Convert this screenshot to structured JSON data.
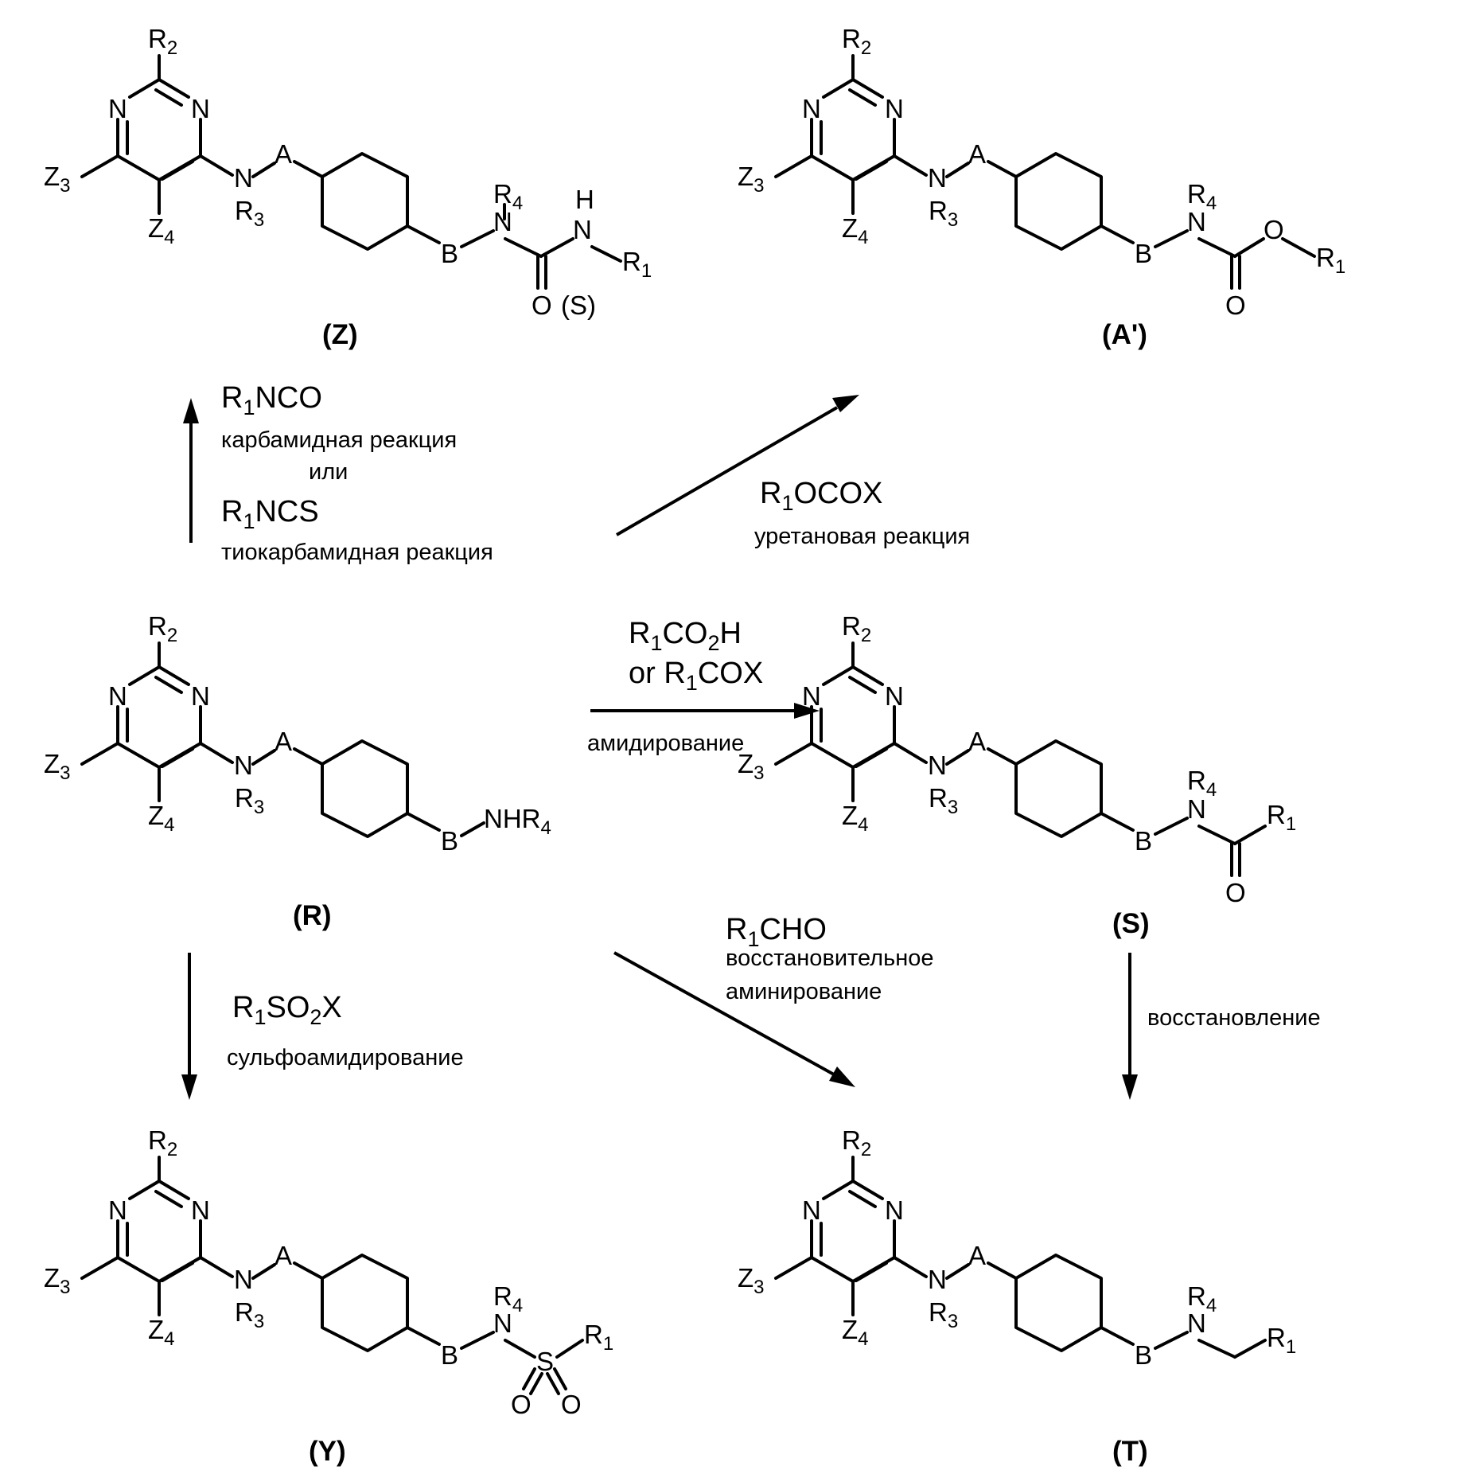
{
  "atoms": {
    "R": "R",
    "Z": "Z",
    "N": "N",
    "A": "A",
    "B": "B",
    "O": "O",
    "H": "H",
    "S": "S",
    "n1": "1",
    "n2": "2",
    "n3": "3",
    "n4": "4"
  },
  "compounds": {
    "Z": {
      "id": "(Z)",
      "note": "(S)"
    },
    "Ap": {
      "id": "(A')"
    },
    "R": {
      "id": "(R)",
      "amine": "NHR",
      "amine_sub": "4"
    },
    "S": {
      "id": "(S)"
    },
    "Y": {
      "id": "(Y)"
    },
    "T": {
      "id": "(T)"
    }
  },
  "reactions": {
    "urea": {
      "reagent1_a": "R",
      "reagent1_sub": "1",
      "reagent1_b": "NCO",
      "caption1": "карбамидная реакция",
      "or": "или",
      "reagent2_a": "R",
      "reagent2_sub": "1",
      "reagent2_b": "NCS",
      "caption2": "тиокарбамидная реакция"
    },
    "urethane": {
      "reagent_a": "R",
      "reagent_sub": "1",
      "reagent_b": "OCOX",
      "caption": "уретановая реакция"
    },
    "amidation": {
      "line1_a": "R",
      "line1_sub1": "1",
      "line1_b": "CO",
      "line1_sub2": "2",
      "line1_c": "H",
      "line2_a": "or R",
      "line2_sub": "1",
      "line2_b": "COX",
      "caption": "амидирование"
    },
    "reductive_amination": {
      "reagent_a": "R",
      "reagent_sub": "1",
      "reagent_b": "CHO",
      "caption1": "восстановительное",
      "caption2": "аминирование"
    },
    "sulfonamidation": {
      "reagent_a": "R",
      "reagent_sub1": "1",
      "reagent_b": "SO",
      "reagent_sub2": "2",
      "reagent_c": "X",
      "caption": "сульфоамидирование"
    },
    "reduction": {
      "caption": "восстановление"
    }
  }
}
